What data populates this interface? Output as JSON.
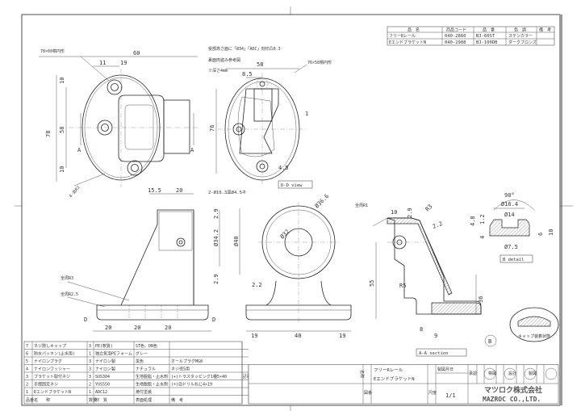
{
  "product_table": {
    "headers": [
      "品　名",
      "商品コード",
      "品　番",
      "色　調",
      "備　考"
    ],
    "rows": [
      [
        "フリーRレール",
        "040-2860",
        "BJ-60ST",
        "ステンカラー",
        ""
      ],
      [
        "EエンドブラケットN",
        "040-2908",
        "BJ-100DB",
        "ダークブロンズ",
        ""
      ]
    ]
  },
  "notes": {
    "ellipse_78x60": "78×60楕円形",
    "ellipse_76x58": "76×58楕円形",
    "note_line1": "受部高さ面に「Ø34」「ADC」刻印凸0.3",
    "note_line2": "裏面肉盗み参考図",
    "note_line3": "※深さ4mm",
    "fillet_r1": "全周R1",
    "fillet_r3": "全周R3",
    "fillet_r25": "全周R2.5",
    "cap_state": "キャップ装着状態",
    "holes": "2-Ø10.3皿Ø4.5キ",
    "holes_r3": "4-皿R3"
  },
  "view_labels": {
    "dd": "D-D view",
    "aa": "A-A section",
    "b": "B detail",
    "b_marker": "B",
    "a": "A",
    "d": "D"
  },
  "dims": {
    "d60": "60",
    "d11": "11",
    "d19": "19",
    "d10": "10",
    "d58": "58",
    "d78": "78",
    "d58b": "58",
    "d8_5": "8.5",
    "d76": "76",
    "d1": "1",
    "d4_5": "4.5",
    "d15_5": "15.5",
    "d20": "20",
    "d34_2": "Ø34.2",
    "d40": "Ø40",
    "d2_9": "2.9",
    "d20a": "20",
    "d20b": "20",
    "d20c": "20",
    "d36_6": "Ø36.6",
    "d32": "Ø32",
    "d2_2": "2.2",
    "d19a": "19",
    "d40b": "40",
    "d19b": "19",
    "d10c": "10",
    "d2_9b": "2.9",
    "dR3": "R3",
    "d2_2b": "2.2",
    "d55": "55",
    "dR5": "R5",
    "d36": "36",
    "d8": "8",
    "d9": "9",
    "d90": "90°",
    "d16_4": "Ø16.4",
    "d14": "Ø14",
    "d4_8": "4.8",
    "d1_2": "1.2",
    "d4": "4",
    "d6": "6",
    "d10d": "10",
    "d7_5": "Ø7.5"
  },
  "parts_table": {
    "headers": [
      "品番",
      "名　　称",
      "数量",
      "材　質",
      "表面処理",
      "備　考"
    ],
    "rows": [
      [
        "7",
        "ネジ隠しキャップ",
        "3",
        "PE(軟質)",
        "ST色、DB色",
        ""
      ],
      [
        "6",
        "防水パッキン(止水用)",
        "1",
        "独立気泡PEフォーム",
        "グレー",
        ""
      ],
      [
        "5",
        "ナイロンプラグ",
        "3",
        "ナイロン製",
        "黒色",
        "オールプラグMG8"
      ],
      [
        "4",
        "ナイロンワッシャー",
        "3",
        "ナイロン製",
        "ナチュラル",
        "ネジ径5用"
      ],
      [
        "3",
        "ブラケット取付ネジ",
        "3",
        "SUS304",
        "生地脱脂・止水剤",
        "(+)トラスタッピング1種5×40"
      ],
      [
        "2",
        "手摺固定ネジ",
        "2",
        "YUS550",
        "生地脱脂・止水剤",
        "(+)皿ドリルねじ4×19"
      ],
      [
        "1",
        "EエンドブラケットN",
        "1",
        "ADC12",
        "焼付塗装",
        ""
      ]
    ],
    "revision_label": "記事"
  },
  "title_block": {
    "name_label": "名称",
    "name_line1": "フリーRレール",
    "name_line2": "EエンドブラケットN",
    "date_label": "製図月日",
    "approve": "承認",
    "check": "検図",
    "design": "設計",
    "draft": "製図",
    "drawing_no_label": "図番",
    "scale_label": "尺度",
    "scale": "1/1",
    "company_jp": "マツロク株式会社",
    "company_en": "MAZROC CO.,LTD."
  }
}
